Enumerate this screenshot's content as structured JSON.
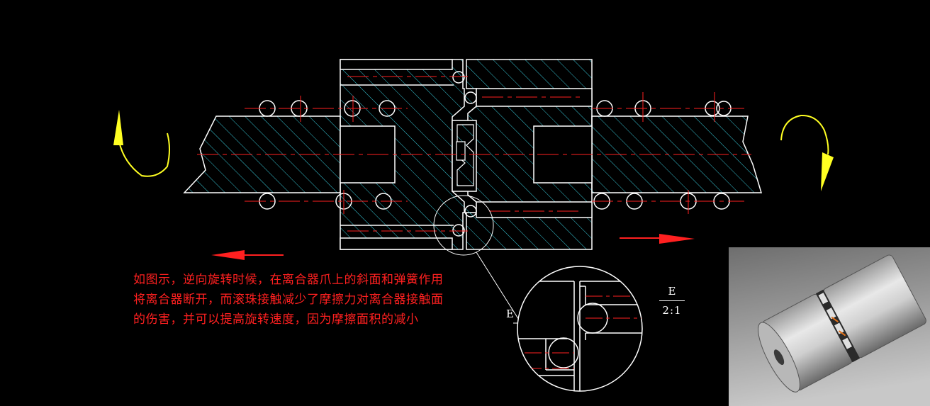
{
  "drawing": {
    "background_color": "#000000",
    "line_color": "#ffffff",
    "hatch_color": "#37c8d8",
    "centerline_color": "#ff2020",
    "rotation_arrow_color": "#ffff22",
    "direction_arrow_color": "#ff2020"
  },
  "annotation": {
    "lines": [
      "如图示，逆向旋转时候，在离合器爪上的斜面和弹簧作用",
      "将离合器断开，而滚珠接触减少了摩擦力对离合器接触面",
      "的伤害，并可以提高旋转速度，因为摩擦面积的减小"
    ]
  },
  "detail_view": {
    "callout_label": "E",
    "name": "E",
    "scale": "2:1"
  }
}
